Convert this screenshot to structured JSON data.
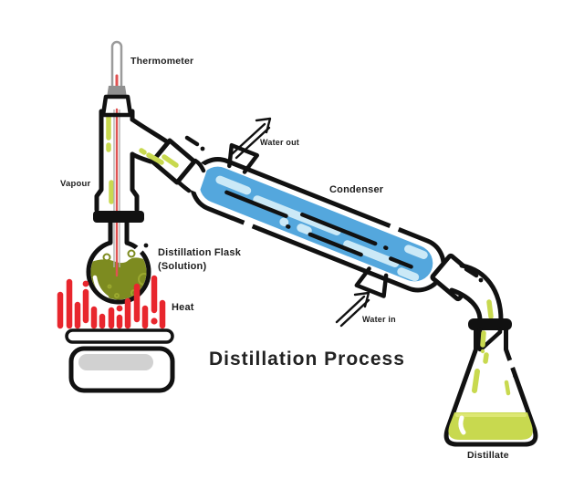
{
  "title": "Distillation Process",
  "labels": {
    "thermometer": "Thermometer",
    "vapour": "Vapour",
    "water_out": "Water out",
    "condenser": "Condenser",
    "flask_line1": "Distillation Flask",
    "flask_line2": "(Solution)",
    "heat": "Heat",
    "water_in": "Water in",
    "distillate": "Distillate"
  },
  "colors": {
    "outline": "#111111",
    "condenser_blue": "#54a7dd",
    "condenser_light": "#cbe9f7",
    "solution_olive": "#7d8b20",
    "distillate_green": "#c8d94f",
    "heat_red": "#e8262d",
    "plate_gray": "#9e9e9e",
    "plate_highlight": "#b8b8b8",
    "plate_dark": "#3f3f3f",
    "stopper_gray": "#4a4a4a",
    "stopper_light": "#909090",
    "thermometer_red": "#e05252",
    "thermometer_glass": "#9b9b9b"
  }
}
